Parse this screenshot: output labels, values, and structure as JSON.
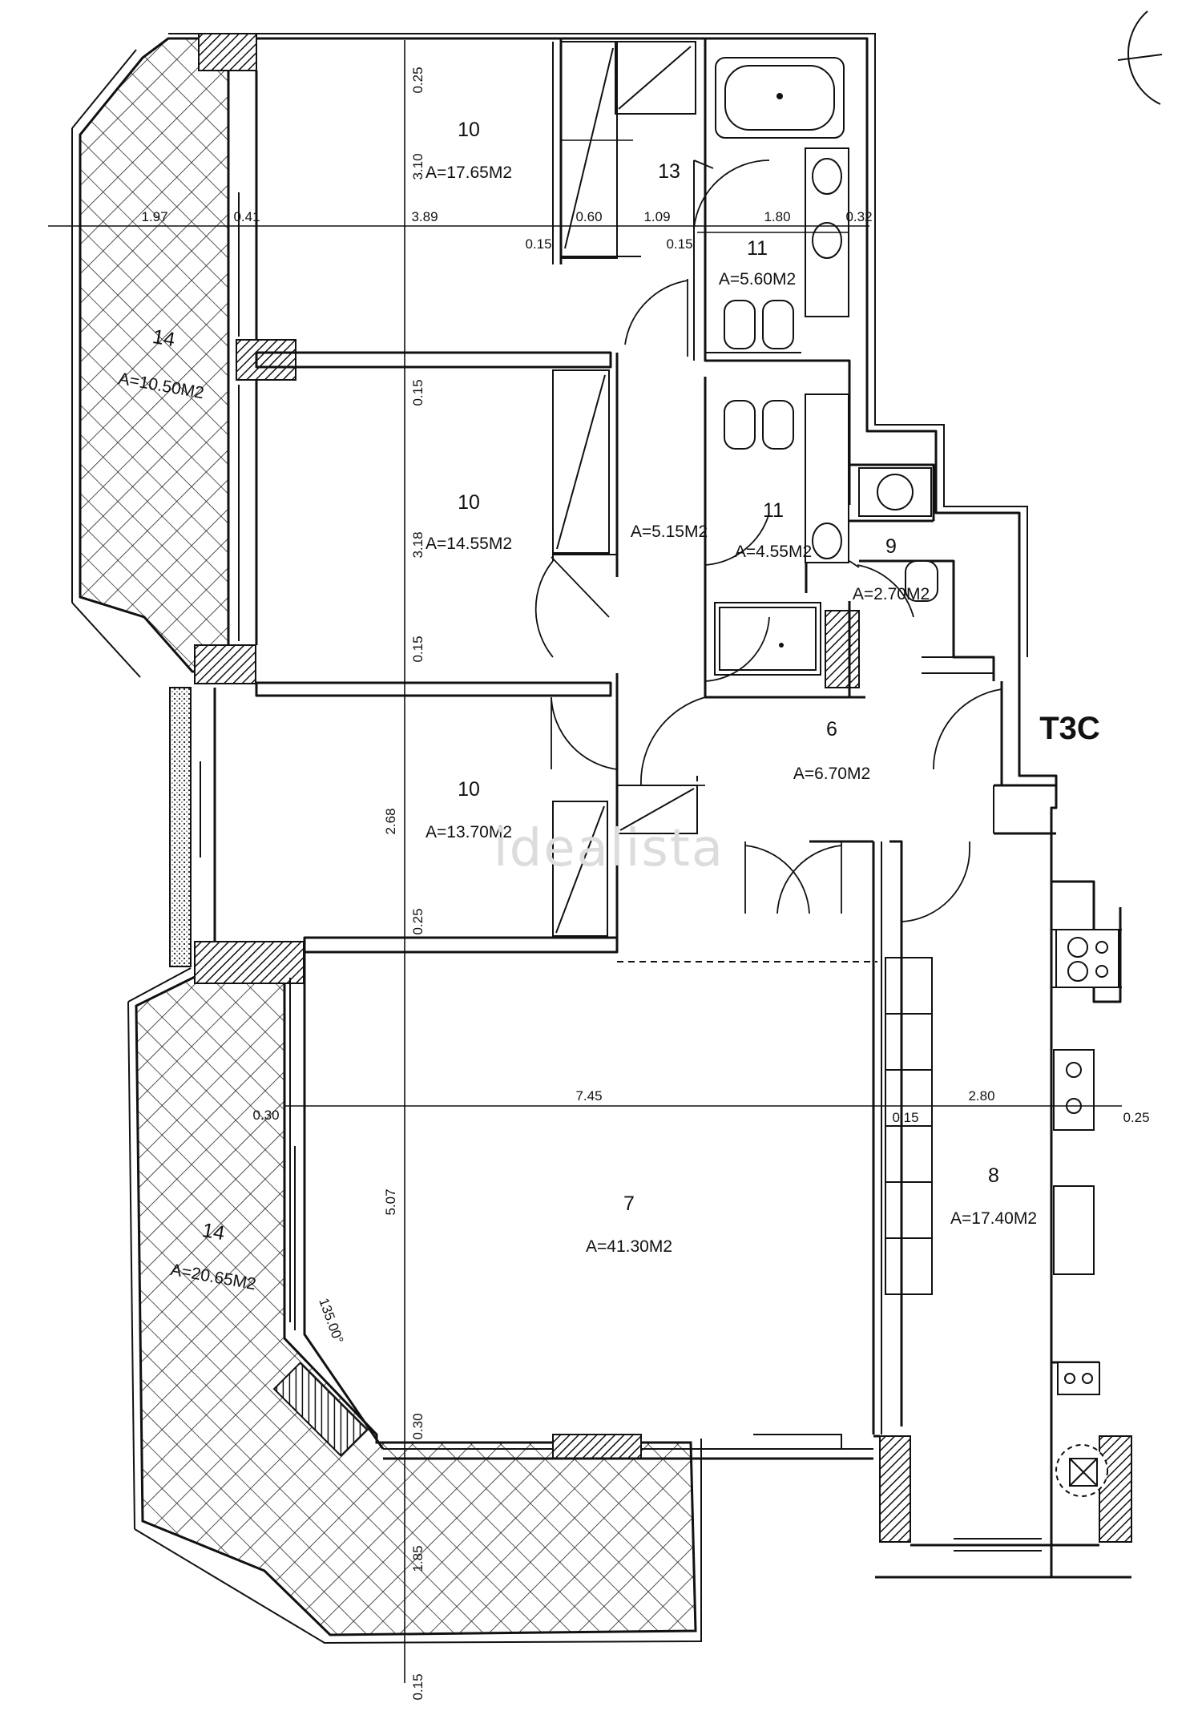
{
  "plan_label": "T3C",
  "watermark": "idealista",
  "rooms": [
    {
      "id": "bedroom-top",
      "number": "10",
      "area": "A=17.65M2"
    },
    {
      "id": "bedroom-middle",
      "number": "10",
      "area": "A=14.55M2"
    },
    {
      "id": "bedroom-bottom",
      "number": "10",
      "area": "A=13.70M2"
    },
    {
      "id": "closet",
      "number": "13",
      "area": ""
    },
    {
      "id": "bath-top",
      "number": "11",
      "area": "A=5.60M2"
    },
    {
      "id": "corridor",
      "number": "",
      "area": "A=5.15M2"
    },
    {
      "id": "bath-middle",
      "number": "11",
      "area": "A=4.55M2"
    },
    {
      "id": "wc",
      "number": "9",
      "area": "A=2.70M2"
    },
    {
      "id": "hall",
      "number": "6",
      "area": "A=6.70M2"
    },
    {
      "id": "living",
      "number": "7",
      "area": "A=41.30M2"
    },
    {
      "id": "kitchen",
      "number": "8",
      "area": "A=17.40M2"
    },
    {
      "id": "terrace-top",
      "number": "14",
      "area": "A=10.50M2"
    },
    {
      "id": "terrace-bottom",
      "number": "14",
      "area": "A=20.65M2"
    }
  ],
  "dimensions": {
    "d_025_top": "0.25",
    "d_310": "3.10",
    "d_197": "1.97",
    "d_041": "0.41",
    "d_389": "3.89",
    "d_015_a": "0.15",
    "d_060": "0.60",
    "d_109": "1.09",
    "d_015_b": "0.15",
    "d_180": "1.80",
    "d_032": "0.32",
    "d_015_c": "0.15",
    "d_318": "3.18",
    "d_015_d": "0.15",
    "d_268": "2.68",
    "d_025_mid": "0.25",
    "d_745": "7.45",
    "d_280": "2.80",
    "d_030_left": "0.30",
    "d_015_e": "0.15",
    "d_025_right": "0.25",
    "d_507": "5.07",
    "d_030_bottom": "0.30",
    "d_185": "1.85",
    "d_015_bottom": "0.15",
    "angle": "135.00°"
  }
}
